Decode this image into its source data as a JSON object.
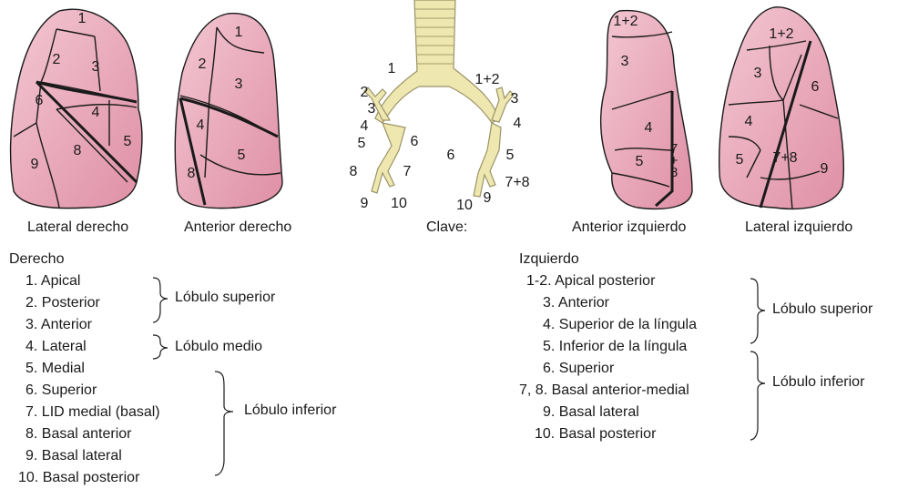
{
  "figure": {
    "colors": {
      "lung": "#e7a3b5",
      "lung_light": "#f2c6d2",
      "outline": "#1a1a1a",
      "bronchus": "#efe7b0",
      "bronchus_stroke": "#9a9367"
    },
    "views": {
      "lateral_derecho": {
        "caption": "Lateral derecho",
        "labels": [
          "1",
          "2",
          "3",
          "6",
          "4",
          "5",
          "8",
          "9"
        ]
      },
      "anterior_derecho": {
        "caption": "Anterior derecho",
        "labels": [
          "1",
          "2",
          "3",
          "4",
          "5",
          "8"
        ]
      },
      "clave": {
        "caption": "Clave:",
        "labels": [
          "1",
          "2",
          "3",
          "4",
          "5",
          "6",
          "7",
          "8",
          "9",
          "10",
          "1+2",
          "3",
          "4",
          "5",
          "6",
          "7+8",
          "9",
          "10"
        ]
      },
      "anterior_izquierdo": {
        "caption": "Anterior izquierdo",
        "labels": [
          "1+2",
          "3",
          "4",
          "5",
          "7\n+\n8"
        ]
      },
      "lateral_izquierdo": {
        "caption": "Lateral izquierdo",
        "labels": [
          "1+2",
          "3",
          "6",
          "4",
          "7+8",
          "5",
          "9"
        ]
      }
    }
  },
  "legend_right": {
    "title": "Derecho",
    "items": [
      "1. Apical",
      "2. Posterior",
      "3. Anterior",
      "4. Lateral",
      "5. Medial",
      "6. Superior",
      "7. LID medial (basal)",
      "8. Basal anterior",
      "9. Basal lateral",
      "10. Basal posterior"
    ],
    "groups": [
      "Lóbulo superior",
      "Lóbulo medio",
      "Lóbulo inferior"
    ]
  },
  "legend_left": {
    "title": "Izquierdo",
    "items": [
      "1-2. Apical posterior",
      "3. Anterior",
      "4. Superior de la língula",
      "5. Inferior de la língula",
      "6. Superior",
      "7, 8. Basal anterior-medial",
      "9. Basal lateral",
      "10. Basal posterior"
    ],
    "groups": [
      "Lóbulo superior",
      "Lóbulo inferior"
    ]
  }
}
